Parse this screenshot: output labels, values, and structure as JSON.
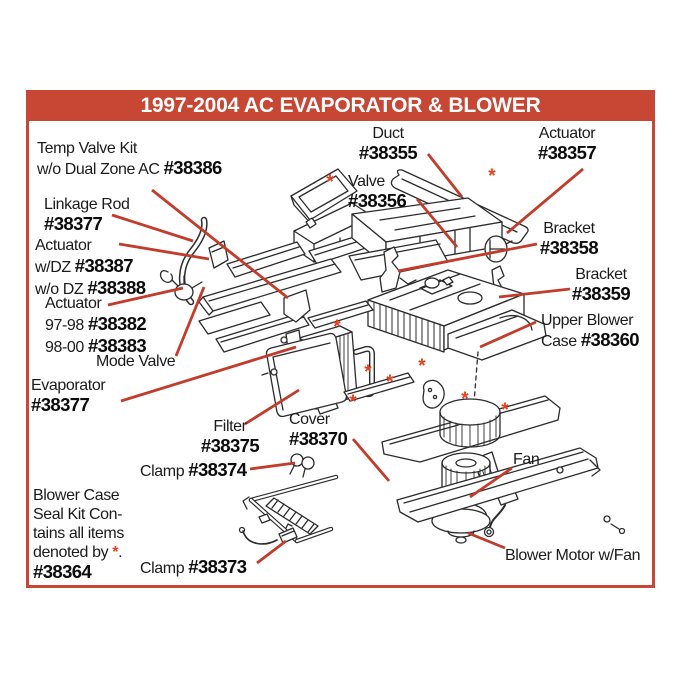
{
  "banner": {
    "title": "1997-2004 AC EVAPORATOR & BLOWER"
  },
  "glyphs": {
    "asterisk": "*"
  },
  "colors": {
    "banner_red": "#c74634",
    "border_red": "#c74634",
    "leader_red": "#c33b2b",
    "asterisk_red": "#e8401f",
    "text": "#1b1b1b",
    "background": "#ffffff"
  },
  "labels": {
    "temp_valve_kit": {
      "line1": "Temp Valve Kit",
      "line2": "w/o Dual Zone AC",
      "part": "#38386"
    },
    "linkage_rod": {
      "name": "Linkage Rod",
      "part": "#38377"
    },
    "actuator_dual_zone": {
      "name": "Actuator",
      "with_dz_label": "w/DZ",
      "with_dz_part": "#38387",
      "without_dz_label": "w/o DZ",
      "without_dz_part": "#38388"
    },
    "actuator_97_00": {
      "name": "Actuator",
      "y1_label": "97-98",
      "y1_part": "#38382",
      "y2_label": "98-00",
      "y2_part": "#38383"
    },
    "mode_valve": {
      "name": "Mode Valve"
    },
    "evaporator": {
      "name": "Evaporator",
      "part": "#38377"
    },
    "filter": {
      "name": "Filter",
      "part": "#38375"
    },
    "clamp_upper": {
      "name": "Clamp",
      "part": "#38374"
    },
    "blower_seal_note": {
      "line1": "Blower Case",
      "line2": "Seal Kit Con-",
      "line3": "tains all items",
      "line4_prefix": "denoted by",
      "line4_suffix": ".",
      "part": "#38364"
    },
    "clamp_lower": {
      "name": "Clamp",
      "part": "#38373"
    },
    "duct": {
      "name": "Duct",
      "part": "#38355"
    },
    "valve": {
      "name": "Valve",
      "part": "#38356"
    },
    "actuator_duct": {
      "name": "Actuator",
      "part": "#38357"
    },
    "bracket_upper": {
      "name": "Bracket",
      "part": "#38358"
    },
    "bracket_lower": {
      "name": "Bracket",
      "part": "#38359"
    },
    "upper_blower_case": {
      "line1": "Upper Blower",
      "line2_prefix": "Case",
      "part": "#38360"
    },
    "cover": {
      "name": "Cover",
      "part": "#38370"
    },
    "fan": {
      "name": "Fan"
    },
    "blower_motor": {
      "name": "Blower Motor w/Fan"
    }
  }
}
